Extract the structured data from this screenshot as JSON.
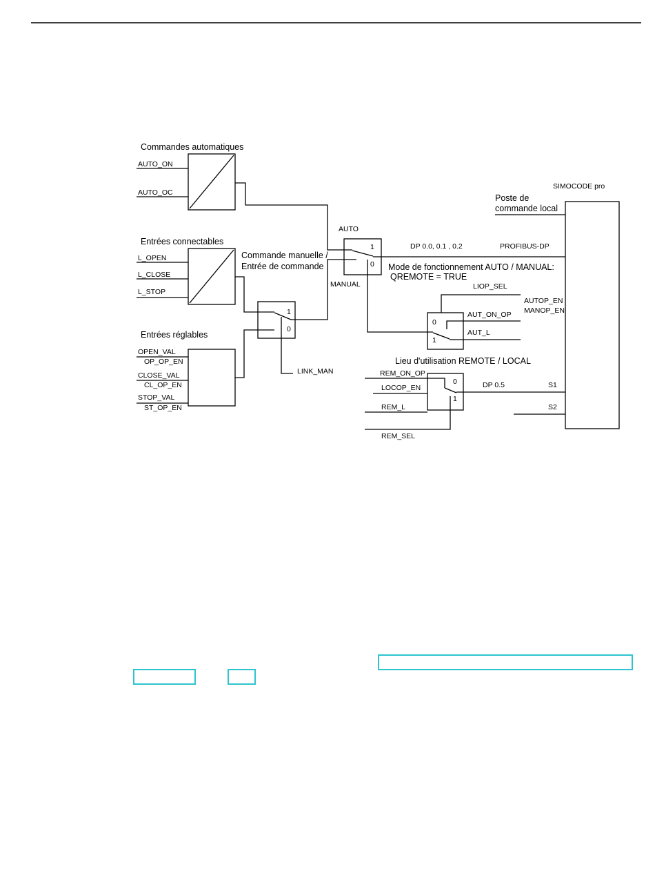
{
  "labels": {
    "auto_commands_title": "Commandes automatiques",
    "auto_on": "AUTO_ON",
    "auto_oc": "AUTO_OC",
    "connectable_inputs_title": "Entrées connectables",
    "l_open": "L_OPEN",
    "l_close": "L_CLOSE",
    "l_stop": "L_STOP",
    "manual_command_line1": "Commande manuelle /",
    "manual_command_line2": "Entrée de commande",
    "adjustable_inputs_title": "Entrées réglables",
    "open_val": "OPEN_VAL",
    "op_op_en": "OP_OP_EN",
    "close_val": "CLOSE_VAL",
    "cl_op_en": "CL_OP_EN",
    "stop_val": "STOP_VAL",
    "st_op_en": "ST_OP_EN",
    "link_man": "LINK_MAN",
    "auto": "AUTO",
    "manual": "MANUAL",
    "dp_auto": "DP 0.0, 0.1 , 0.2",
    "profibus": "PROFIBUS-DP",
    "mode_line1": "Mode de fonctionnement AUTO / MANUAL:",
    "mode_line2": "QREMOTE = TRUE",
    "liop_sel": "LIOP_SEL",
    "aut_on_op": "AUT_ON_OP",
    "aut_l": "AUT_L",
    "autop_en": "AUTOP_EN",
    "manop_en": "MANOP_EN",
    "location_title": "Lieu d'utilisation REMOTE / LOCAL",
    "rem_on_op": "REM_ON_OP",
    "locop_en": "LOCOP_EN",
    "rem_l": "REM_L",
    "rem_sel": "REM_SEL",
    "dp_remote": "DP 0.5",
    "s1": "S1",
    "s2": "S2",
    "simocode": "SIMOCODE pro",
    "local_station_line1": "Poste de",
    "local_station_line2": "commande local"
  },
  "switch_labels": {
    "one": "1",
    "zero": "0"
  },
  "colors": {
    "line": "#000000",
    "search_highlight": "#2ec4cf"
  }
}
